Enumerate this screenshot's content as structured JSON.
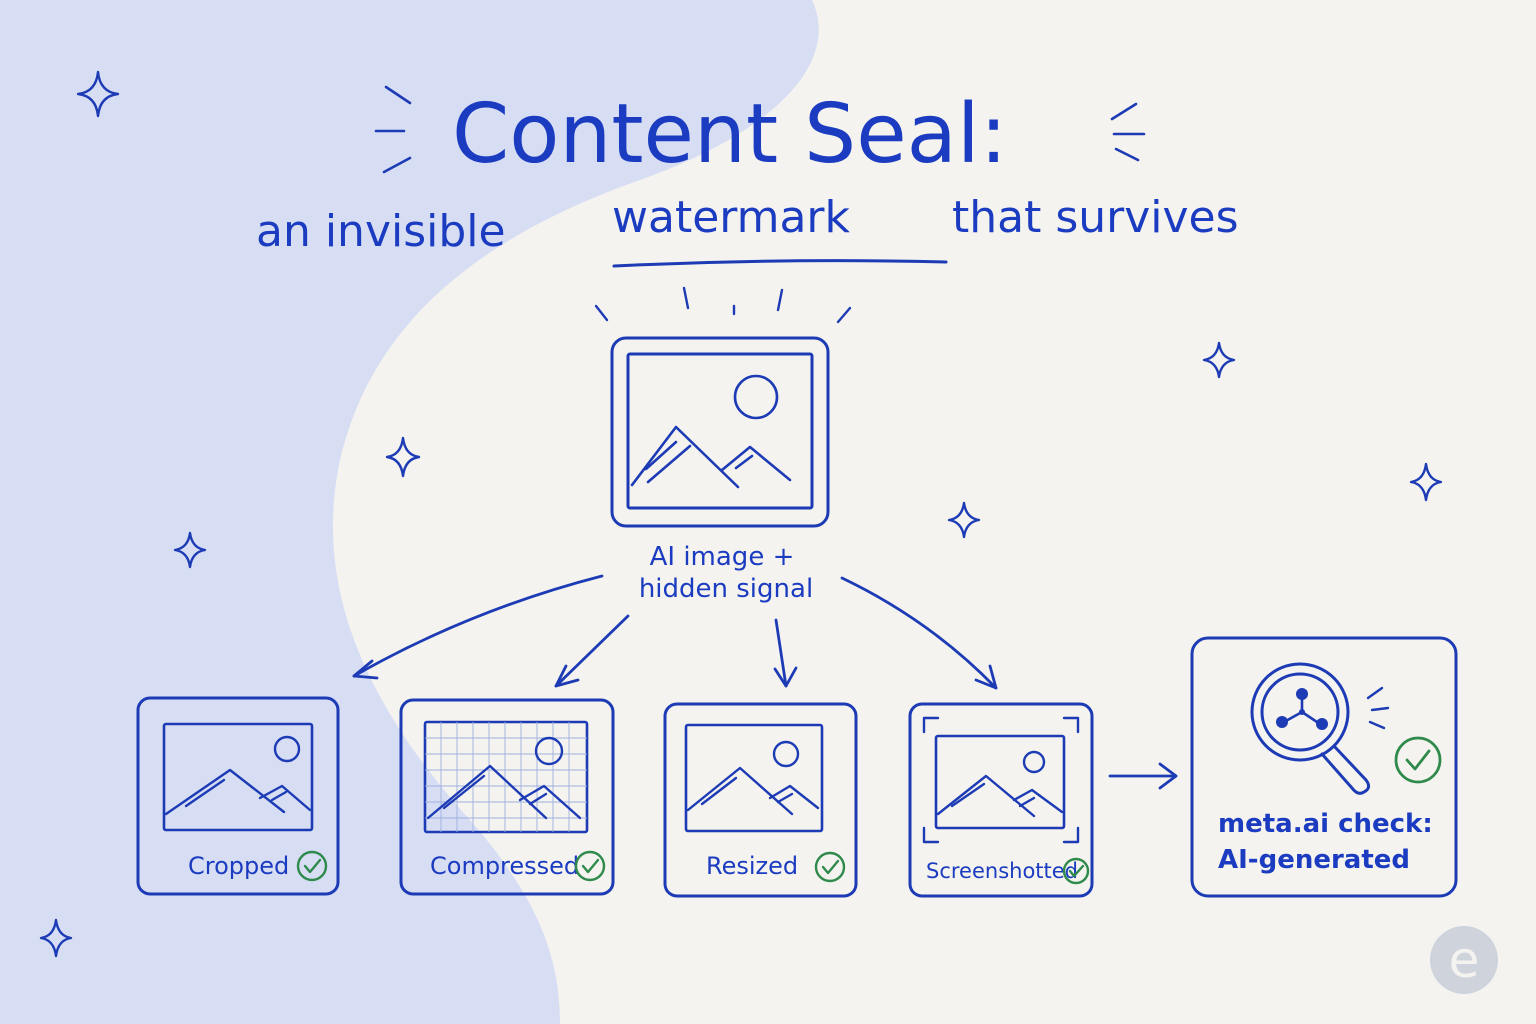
{
  "title": {
    "main": "Content Seal:",
    "subtitle_part1": "an invisible",
    "subtitle_highlight": "watermark",
    "subtitle_part2": "that survives"
  },
  "source": {
    "label_line1": "AI image +",
    "label_line2": "hidden signal"
  },
  "variants": [
    {
      "label": "Cropped",
      "status": "check-icon"
    },
    {
      "label": "Compressed",
      "status": "check-icon"
    },
    {
      "label": "Resized",
      "status": "check-icon"
    },
    {
      "label": "Screenshotted",
      "status": "check-icon"
    }
  ],
  "detector": {
    "label_line1": "meta.ai check:",
    "label_line2": "AI-generated",
    "icon": "magnifier-icon",
    "status": "check-icon"
  },
  "logo": {
    "text": "e"
  },
  "colors": {
    "ink": "#1c3bb5",
    "background": "#f4f3ef",
    "blob": "#d7def4",
    "check": "#2f8a4c"
  }
}
